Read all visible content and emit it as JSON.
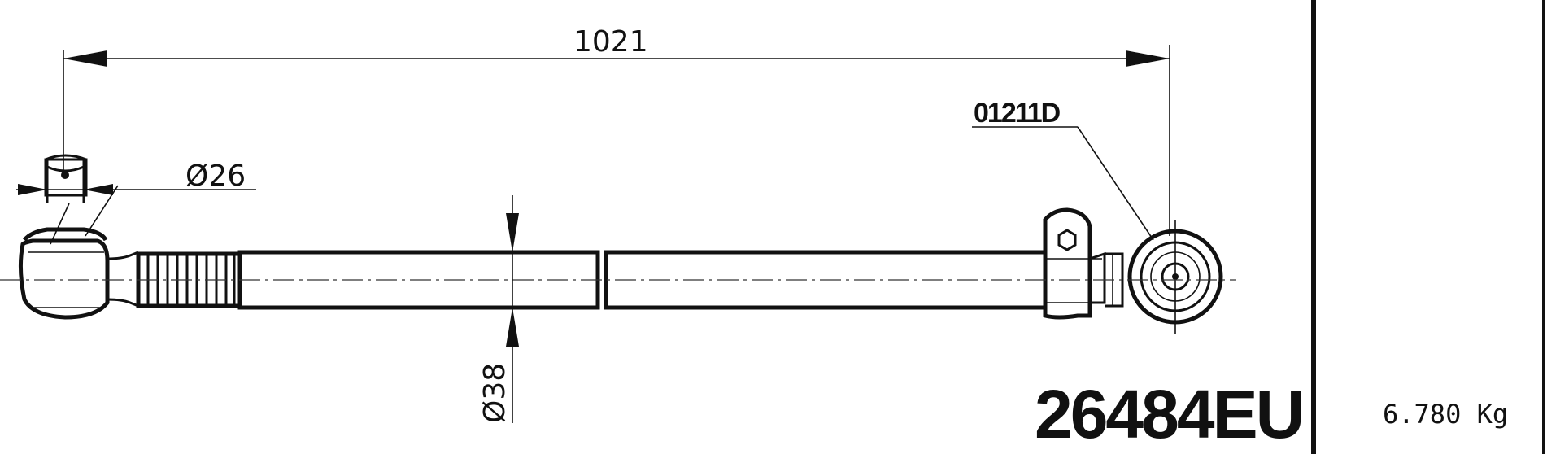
{
  "dimensions": {
    "overall_length": "1021",
    "ball_pin_diameter": "Ø26",
    "tube_diameter": "Ø38"
  },
  "labels": {
    "joint_reference": "01211D",
    "part_number": "26484EU",
    "weight": "6.780 Kg"
  }
}
